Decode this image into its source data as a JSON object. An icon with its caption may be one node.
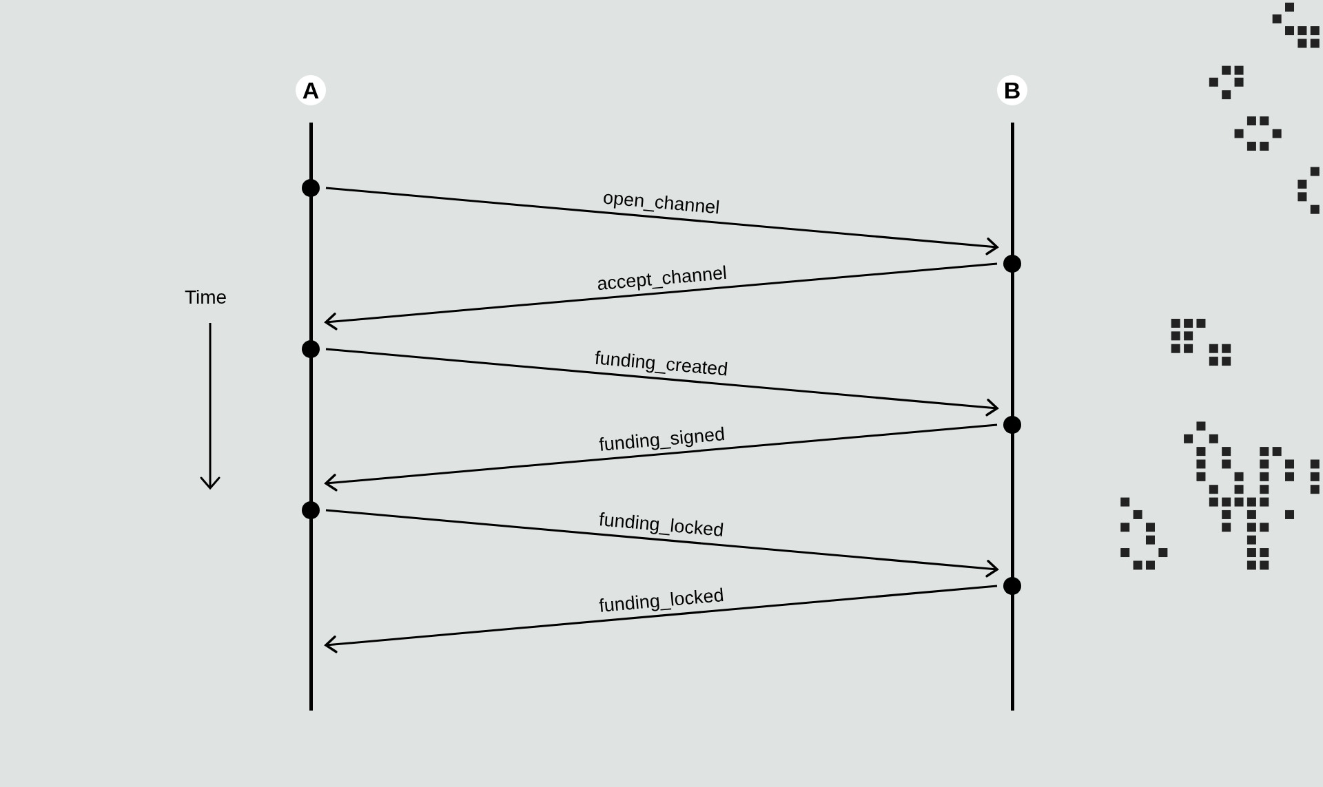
{
  "diagram": {
    "nodes": [
      {
        "text": [
          "A"
        ]
      },
      {
        "text": [
          "B"
        ]
      }
    ],
    "edges": [
      {
        "from": 0,
        "to": 1,
        "arrow": "to",
        "label": "open_channel"
      },
      {
        "from": 1,
        "to": 0,
        "arrow": "to",
        "label": "accept_channel"
      },
      {
        "from": 0,
        "to": 1,
        "arrow": "to",
        "label": "funding_created"
      },
      {
        "from": 1,
        "to": 0,
        "arrow": "to",
        "label": "funding_signed"
      },
      {
        "from": 0,
        "to": 1,
        "arrow": "to",
        "label": "funding_locked"
      },
      {
        "from": 1,
        "to": 0,
        "arrow": "to",
        "label": "funding_locked"
      }
    ],
    "labels": [
      "Time"
    ]
  }
}
